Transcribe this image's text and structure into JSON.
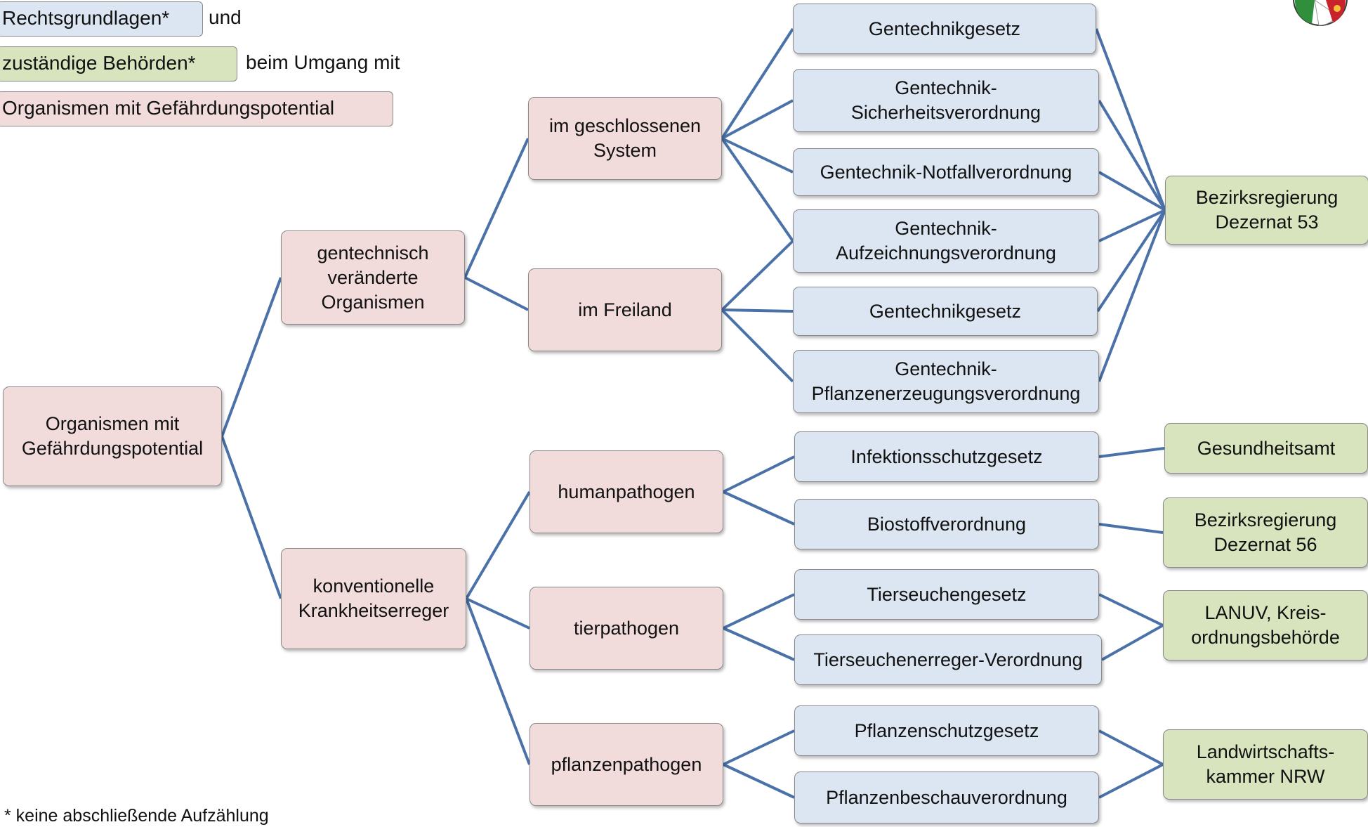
{
  "legend": {
    "law_label": "Rechtsgrundlagen*",
    "law_suffix": "und",
    "authority_label": "zuständige Behörden*",
    "authority_suffix": "beim Umgang mit",
    "organism_label": "Organismen mit Gefährdungspotential"
  },
  "colors": {
    "organism": "#f2dcdb",
    "law": "#dce6f2",
    "authority": "#d7e4bd",
    "connector": "#4a72a8"
  },
  "nodes": {
    "root": "Organismen mit Gefährdungspotential",
    "gvo": "gentechnisch veränderte Organismen",
    "konv": "konventionelle Krankheitserreger",
    "geschlossen": "im geschlossenen System",
    "freiland": "im Freiland",
    "human": "humanpathogen",
    "tier": "tierpathogen",
    "pflanze": "pflanzenpathogen",
    "law_gentg_1": "Gentechnikgesetz",
    "law_sicherheit": "Gentechnik-Sicherheitsverordnung",
    "law_notfall": "Gentechnik-Notfallverordnung",
    "law_aufzeichnung": "Gentechnik-Aufzeichnungsverordnung",
    "law_gentg_2": "Gentechnikgesetz",
    "law_pflanzenerzeugung": "Gentechnik-Pflanzenerzeugungsverordnung",
    "law_ifsg": "Infektionsschutzgesetz",
    "law_biostoff": "Biostoffverordnung",
    "law_tierseuchen": "Tierseuchengesetz",
    "law_tierseuchenerreger": "Tierseuchenerreger-Verordnung",
    "law_pflanzenschutz": "Pflanzenschutzgesetz",
    "law_pflanzenbeschau": "Pflanzenbeschauverordnung",
    "auth_dez53": "Bezirksregierung Dezernat 53",
    "auth_gesundheitsamt": "Gesundheitsamt",
    "auth_dez56": "Bezirksregierung Dezernat 56",
    "auth_lanuv": "LANUV, Kreis-ordnungsbehörde",
    "auth_lwk": "Landwirtschafts-kammer NRW"
  },
  "footnote": "* keine abschließende Aufzählung"
}
